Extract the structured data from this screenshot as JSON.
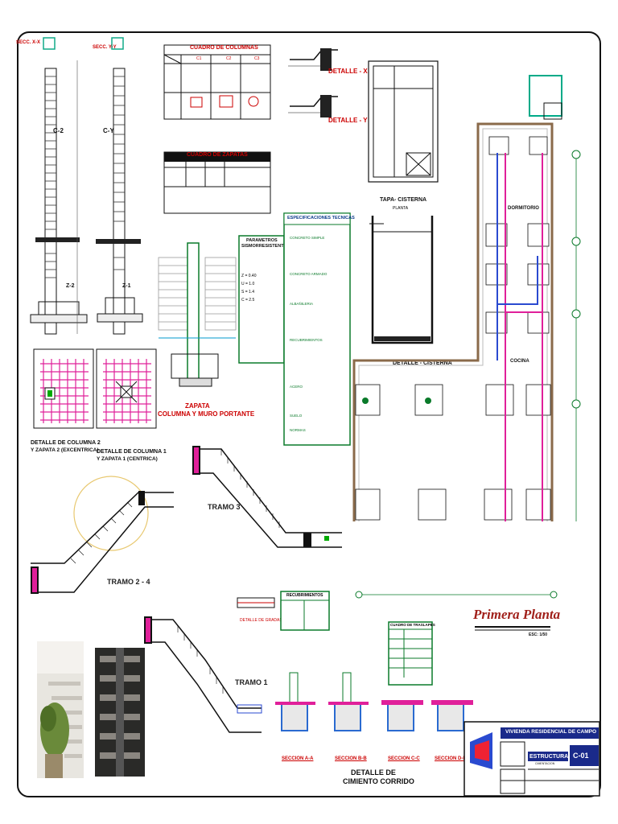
{
  "sheet": {
    "project": "VIVIENDA RESIDENCIAL DE CAMPO",
    "specialty": "ESTRUCTURA",
    "sheet_subtitle": "CIMENTACION",
    "sheet_code": "C-01",
    "plan_title": "Primera Planta",
    "plan_scale": "ESC: 1/50"
  },
  "columns_section": {
    "sec_label_left": "SECC. X-X",
    "sec_label_right": "SECC. Y-Y",
    "col_label_left": "C-2",
    "col_label_right": "C-Y",
    "footing_left": "Z-2",
    "footing_right": "Z-1",
    "detail_left_title_1": "DETALLE DE COLUMNA 2",
    "detail_left_title_2": "Y ZAPATA 2 (EXCENTRICA)",
    "detail_right_title_1": "DETALLE DE COLUMNA 1",
    "detail_right_title_2": "Y ZAPATA 1 (CENTRICA)"
  },
  "cuadro_columnas": {
    "title": "CUADRO DE COLUMNAS",
    "headers": [
      "C1",
      "C2",
      "C3"
    ]
  },
  "cuadro_zapatas": {
    "title": "CUADRO DE ZAPATAS"
  },
  "details": {
    "detalle_x": "DETALLE - X",
    "detalle_y": "DETALLE - Y",
    "zapata_title_1": "ZAPATA",
    "zapata_title_2": "COLUMNA Y MURO PORTANTE",
    "tapa_cisterna": "TAPA- CISTERNA",
    "tapa_planta": "PLANTA",
    "detalle_cisterna": "DETALLE - CISTERNA",
    "detalle_gradas": "DETALLE DE GRADAS",
    "recubrimientos": "RECUBRIMIENTOS",
    "cuadro_traslapes": "CUADRO DE TRASLAPES",
    "cimiento_title_1": "DETALLE DE",
    "cimiento_title_2": "CIMIENTO CORRIDO"
  },
  "parametros": {
    "title_1": "PARAMETROS",
    "title_2": "SISMORRESISTENTES",
    "values": [
      "Z = 0.40",
      "U = 1.0",
      "S = 1.4",
      "C = 2.5"
    ]
  },
  "especificaciones": {
    "title": "ESPECIFICACIONES TECNICAS",
    "items": [
      "CONCRETO SIMPLE",
      "CONCRETO ARMADO",
      "ALBAÑILERIA",
      "RECUBRIMIENTOS",
      "ACERO",
      "SUELO",
      "NORMAS"
    ]
  },
  "stairs": {
    "tramo_1": "TRAMO 1",
    "tramo_24": "TRAMO 2 - 4",
    "tramo_3": "TRAMO 3"
  },
  "plan_rooms": {
    "dormitorio": "DORMITORIO",
    "cocina": "COCINA"
  },
  "sections": [
    "SECCION A-A",
    "SECCION B-B",
    "SECCION C-C",
    "SECCION D-D"
  ]
}
